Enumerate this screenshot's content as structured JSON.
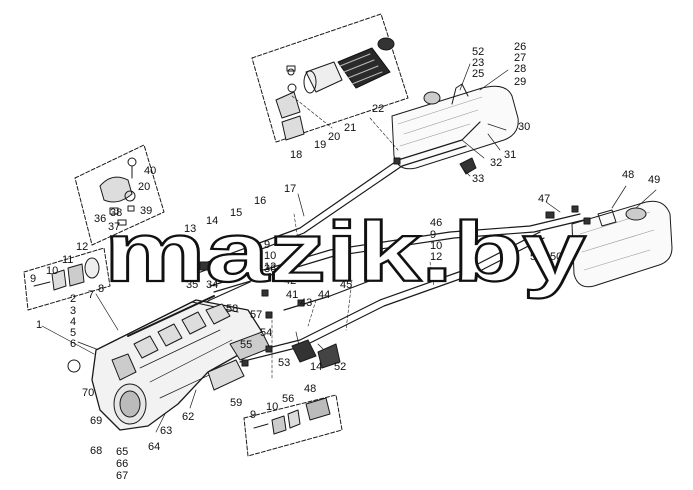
{
  "watermark": "mazik.by",
  "colors": {
    "ink": "#1a1a1a",
    "background": "#ffffff",
    "watermark_fill": "#ffffff",
    "watermark_stroke": "#111111"
  },
  "callouts": [
    {
      "id": "c1",
      "text": "1"
    },
    {
      "id": "c2",
      "text": "2"
    },
    {
      "id": "c3",
      "text": "3"
    },
    {
      "id": "c4",
      "text": "4"
    },
    {
      "id": "c5",
      "text": "5"
    },
    {
      "id": "c6",
      "text": "6"
    },
    {
      "id": "c7",
      "text": "7"
    },
    {
      "id": "c8",
      "text": "8"
    },
    {
      "id": "c9a",
      "text": "9"
    },
    {
      "id": "c10a",
      "text": "10"
    },
    {
      "id": "c11",
      "text": "11"
    },
    {
      "id": "c12a",
      "text": "12"
    },
    {
      "id": "c13",
      "text": "13"
    },
    {
      "id": "c14a",
      "text": "14"
    },
    {
      "id": "c15",
      "text": "15"
    },
    {
      "id": "c16",
      "text": "16"
    },
    {
      "id": "c17",
      "text": "17"
    },
    {
      "id": "c18",
      "text": "18"
    },
    {
      "id": "c19",
      "text": "19"
    },
    {
      "id": "c20a",
      "text": "20"
    },
    {
      "id": "c20b",
      "text": "20"
    },
    {
      "id": "c21",
      "text": "21"
    },
    {
      "id": "c22",
      "text": "22"
    },
    {
      "id": "c23",
      "text": "23"
    },
    {
      "id": "c25",
      "text": "25"
    },
    {
      "id": "c26",
      "text": "26"
    },
    {
      "id": "c27",
      "text": "27"
    },
    {
      "id": "c28",
      "text": "28"
    },
    {
      "id": "c29",
      "text": "29"
    },
    {
      "id": "c30",
      "text": "30"
    },
    {
      "id": "c31",
      "text": "31"
    },
    {
      "id": "c32",
      "text": "32"
    },
    {
      "id": "c33",
      "text": "33"
    },
    {
      "id": "c34",
      "text": "34"
    },
    {
      "id": "c35",
      "text": "35"
    },
    {
      "id": "c36a",
      "text": "36"
    },
    {
      "id": "c36b",
      "text": "36"
    },
    {
      "id": "c37",
      "text": "37"
    },
    {
      "id": "c38",
      "text": "38"
    },
    {
      "id": "c39",
      "text": "39"
    },
    {
      "id": "c40",
      "text": "40"
    },
    {
      "id": "c41",
      "text": "41"
    },
    {
      "id": "c42",
      "text": "42"
    },
    {
      "id": "c43",
      "text": "43"
    },
    {
      "id": "c44",
      "text": "44"
    },
    {
      "id": "c45",
      "text": "45"
    },
    {
      "id": "c46",
      "text": "46"
    },
    {
      "id": "c47",
      "text": "47"
    },
    {
      "id": "c48a",
      "text": "48"
    },
    {
      "id": "c48b",
      "text": "48"
    },
    {
      "id": "c49",
      "text": "49"
    },
    {
      "id": "c50",
      "text": "50"
    },
    {
      "id": "c51",
      "text": "51"
    },
    {
      "id": "c52a",
      "text": "52"
    },
    {
      "id": "c52b",
      "text": "52"
    },
    {
      "id": "c53",
      "text": "53"
    },
    {
      "id": "c54",
      "text": "54"
    },
    {
      "id": "c55",
      "text": "55"
    },
    {
      "id": "c56",
      "text": "56"
    },
    {
      "id": "c57",
      "text": "57"
    },
    {
      "id": "c58",
      "text": "58"
    },
    {
      "id": "c59",
      "text": "59"
    },
    {
      "id": "c62",
      "text": "62"
    },
    {
      "id": "c63",
      "text": "63"
    },
    {
      "id": "c64",
      "text": "64"
    },
    {
      "id": "c65",
      "text": "65"
    },
    {
      "id": "c66",
      "text": "66"
    },
    {
      "id": "c67",
      "text": "67"
    },
    {
      "id": "c68",
      "text": "68"
    },
    {
      "id": "c69",
      "text": "69"
    },
    {
      "id": "c70",
      "text": "70"
    },
    {
      "id": "c9b",
      "text": "9"
    },
    {
      "id": "c10b",
      "text": "10"
    },
    {
      "id": "c12b",
      "text": "12"
    },
    {
      "id": "c9c",
      "text": "9"
    },
    {
      "id": "c10c",
      "text": "10"
    },
    {
      "id": "c12c",
      "text": "12"
    },
    {
      "id": "c9d",
      "text": "9"
    },
    {
      "id": "c10d",
      "text": "10"
    },
    {
      "id": "c14b",
      "text": "14"
    }
  ]
}
